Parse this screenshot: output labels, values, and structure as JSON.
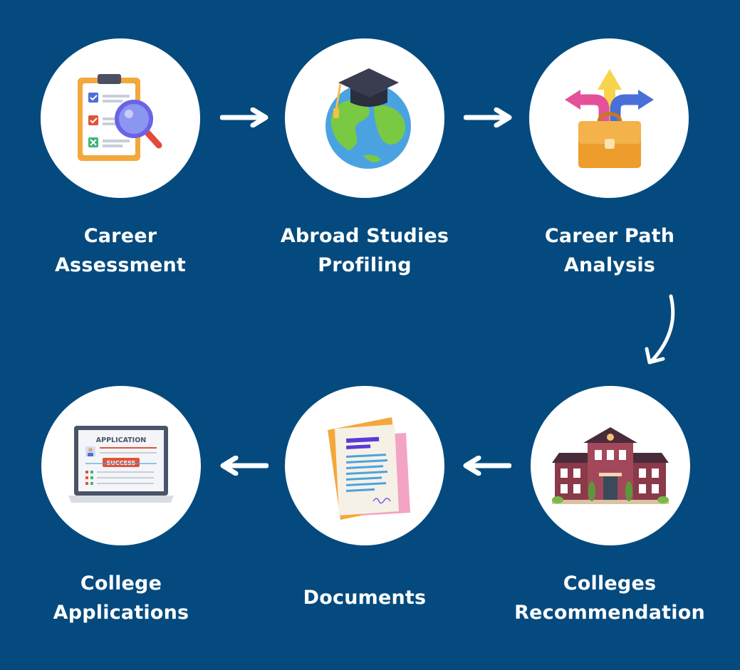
{
  "steps": [
    {
      "icon": "clipboard-checklist-magnifier-icon",
      "lines": [
        "Career",
        "Assessment"
      ]
    },
    {
      "icon": "globe-graduation-cap-icon",
      "lines": [
        "Abroad Studies",
        "Profiling"
      ]
    },
    {
      "icon": "briefcase-direction-arrows-icon",
      "lines": [
        "Career Path",
        "Analysis"
      ]
    },
    {
      "icon": "college-building-icon",
      "lines": [
        "Colleges",
        "Recommendation"
      ]
    },
    {
      "icon": "documents-icon",
      "lines": [
        "Documents"
      ]
    },
    {
      "icon": "laptop-application-icon",
      "lines": [
        "College",
        "Applications"
      ],
      "application_title": "APPLICATION",
      "badge": "SUCCESS"
    }
  ],
  "colors": {
    "background": "#044a7e",
    "circle": "#ffffff",
    "text": "#ffffff"
  }
}
